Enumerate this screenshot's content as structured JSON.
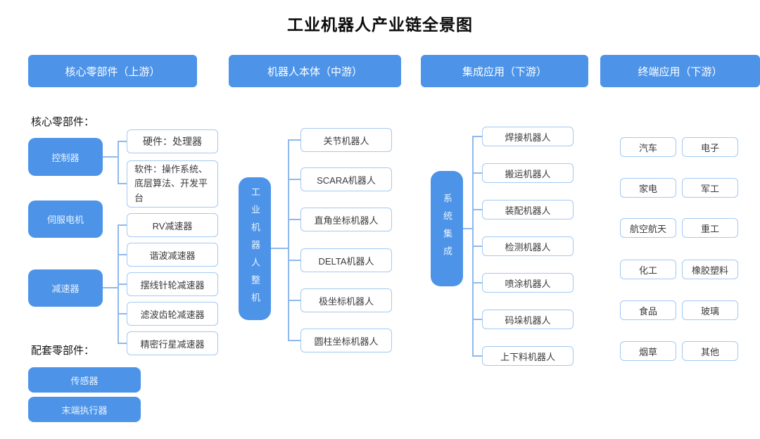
{
  "title": "工业机器人产业链全景图",
  "colors": {
    "primary_blue": "#4D94E9",
    "box_border": "#A3C9F3",
    "connector_line": "#8FB9EE",
    "blue_box_text": "#E9F3FD",
    "white_box_text": "#3A3A3A"
  },
  "headers": {
    "upstream": "核心零部件（上游）",
    "midstream": "机器人本体（中游）",
    "integration": "集成应用（下游）",
    "terminal": "终端应用（下游）"
  },
  "upstream": {
    "core_label": "核心零部件：",
    "controller": "控制器",
    "controller_children": [
      "硬件：处理器",
      "软件：操作系统、底层算法、开发平台"
    ],
    "servo": "伺服电机",
    "reducer": "减速器",
    "reducer_children": [
      "RV减速器",
      "谐波减速器",
      "摆线针轮减速器",
      "滤波齿轮减速器",
      "精密行星减速器"
    ],
    "aux_label": "配套零部件：",
    "aux_items": [
      "传感器",
      "末端执行器"
    ]
  },
  "midstream": {
    "root": "工业机器人整机",
    "types": [
      "关节机器人",
      "SCARA机器人",
      "直角坐标机器人",
      "DELTA机器人",
      "极坐标机器人",
      "圆柱坐标机器人"
    ]
  },
  "integration": {
    "root": "系统集成",
    "applications": [
      "焊接机器人",
      "搬运机器人",
      "装配机器人",
      "检测机器人",
      "喷涂机器人",
      "码垛机器人",
      "上下料机器人"
    ]
  },
  "terminal": {
    "industries": [
      "汽车",
      "电子",
      "家电",
      "军工",
      "航空航天",
      "重工",
      "化工",
      "橡胶塑料",
      "食品",
      "玻璃",
      "烟草",
      "其他"
    ]
  }
}
